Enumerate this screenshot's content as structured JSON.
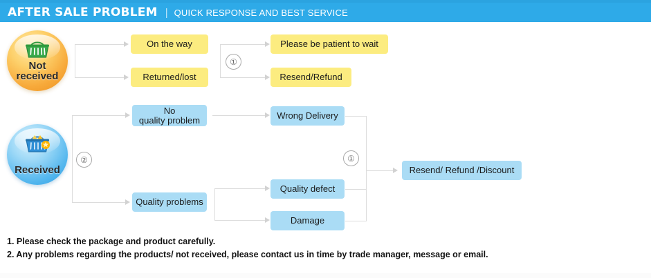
{
  "header": {
    "title": "AFTER SALE PROBLEM",
    "separator": "|",
    "subtitle": "QUICK RESPONSE AND BEST SERVICE",
    "banner_color": "#2eaae8",
    "text_color": "#ffffff"
  },
  "colors": {
    "yellow_box": "#fcec80",
    "blue_box": "#aadcf5",
    "connector": "#dcdcdc",
    "orange_circle": "#f7a93a",
    "blue_circle": "#54b7ee"
  },
  "nodes": {
    "not_received": "Not\nreceived",
    "not_received_line1": "Not",
    "not_received_line2": "received",
    "received": "Received",
    "on_the_way": "On the way",
    "returned_lost": "Returned/lost",
    "please_wait": "Please be patient to wait",
    "resend_refund": "Resend/Refund",
    "no_quality_problem_line1": "No",
    "no_quality_problem_line2": "quality problem",
    "quality_problems": "Quality problems",
    "wrong_delivery": "Wrong Delivery",
    "quality_defect": "Quality defect",
    "damage": "Damage",
    "resend_refund_discount": "Resend/ Refund /Discount"
  },
  "markers": {
    "top_branch": "①",
    "received_branch": "②",
    "merge_branch": "①"
  },
  "footer": {
    "line1": "1. Please check the package and product carefully.",
    "line2": "2. Any problems regarding the products/ not received, please contact us in time by trade manager, message or email."
  }
}
